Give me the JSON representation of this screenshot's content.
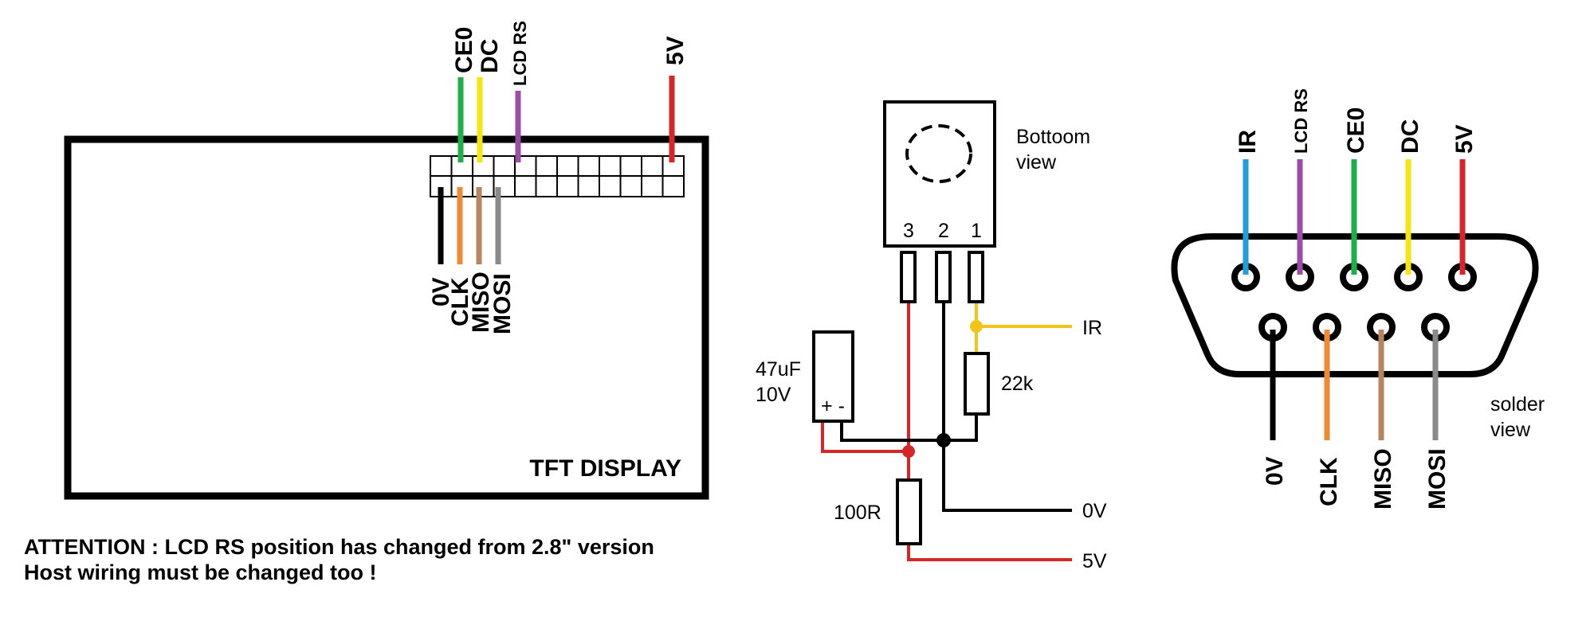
{
  "colors": {
    "red": "#d62728",
    "green": "#1fae4a",
    "yellow": "#f5e60f",
    "purple": "#9b4ea6",
    "blue": "#1f9fd9",
    "orange": "#ef8a32",
    "brown": "#b88460",
    "gray": "#8a8a8a",
    "black": "#000000",
    "ir_yellow": "#f2c418"
  },
  "tft": {
    "title": "TFT DISPLAY",
    "top_pins": {
      "ce0": "CE0",
      "dc": "DC",
      "lcd_rs": "LCD RS",
      "v5": "5V"
    },
    "bottom_pins": {
      "v0": "0V",
      "clk": "CLK",
      "miso": "MISO",
      "mosi": "MOSI"
    }
  },
  "attention": {
    "line1": "ATTENTION : LCD RS position has changed from 2.8\" version",
    "line2": "Host wiring must be changed too !"
  },
  "ir_receiver": {
    "view_line1": "Bottoom",
    "view_line2": "view",
    "pin3": "3",
    "pin2": "2",
    "pin1": "1"
  },
  "components": {
    "cap_value": "47uF",
    "cap_voltage": "10V",
    "cap_polarity": "+ -",
    "resistor_pullup": "22k",
    "resistor_series": "100R"
  },
  "nets": {
    "ir": "IR",
    "v0": "0V",
    "v5": "5V"
  },
  "connector": {
    "view_line1": "solder",
    "view_line2": "view",
    "top_pins": {
      "ir": "IR",
      "lcd_rs": "LCD RS",
      "ce0": "CE0",
      "dc": "DC",
      "v5": "5V"
    },
    "bottom_pins": {
      "v0": "0V",
      "clk": "CLK",
      "miso": "MISO",
      "mosi": "MOSI"
    }
  }
}
